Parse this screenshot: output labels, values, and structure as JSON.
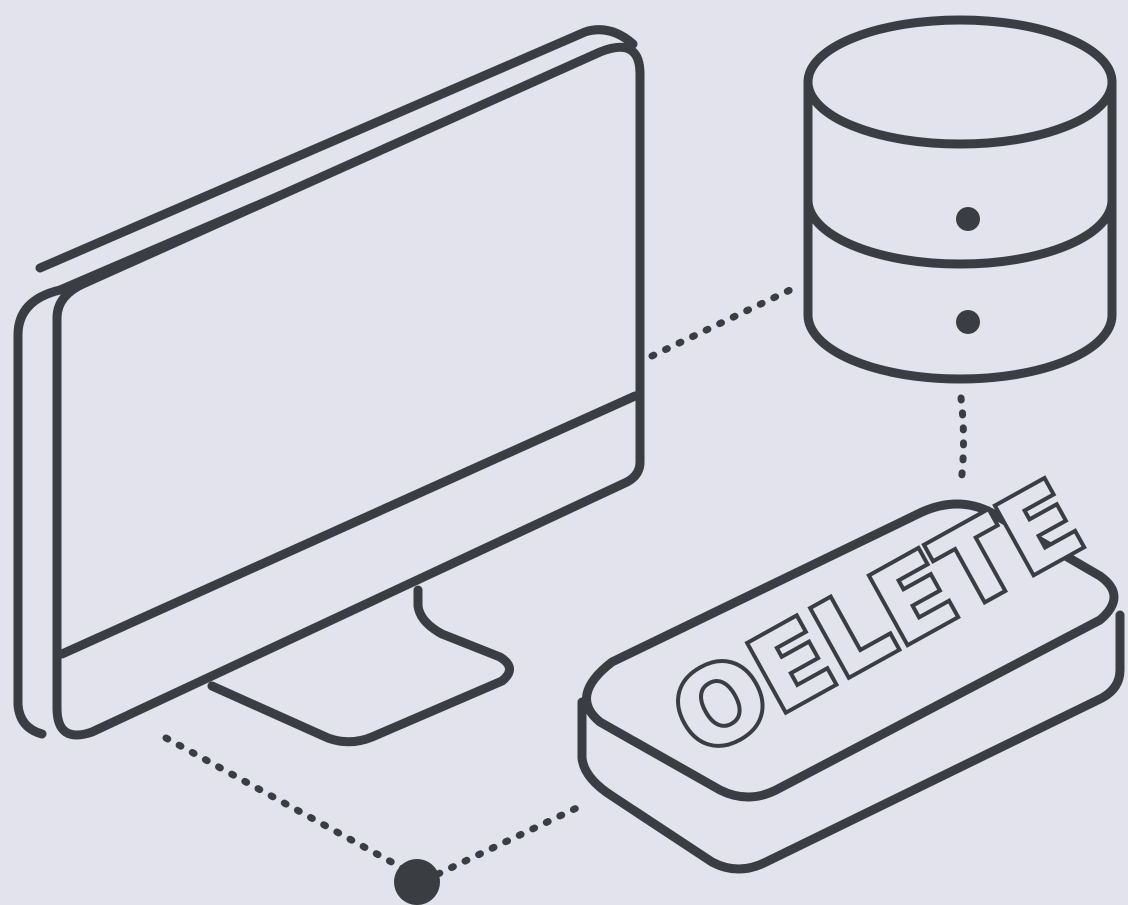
{
  "diagram": {
    "nodes": [
      {
        "id": "monitor",
        "icon": "monitor-icon"
      },
      {
        "id": "database",
        "icon": "database-icon",
        "indicators": 2
      },
      {
        "id": "key",
        "icon": "keyboard-key-icon",
        "label": "OELETE"
      },
      {
        "id": "junction",
        "icon": "junction-dot-icon"
      }
    ],
    "links": [
      {
        "from": "monitor",
        "to": "database",
        "style": "dotted"
      },
      {
        "from": "database",
        "to": "key",
        "style": "dotted"
      },
      {
        "from": "monitor",
        "to": "junction",
        "style": "dotted"
      },
      {
        "from": "junction",
        "to": "key",
        "style": "dotted"
      }
    ],
    "colors": {
      "background": "#e2e3ec",
      "stroke": "#3a3e43"
    }
  }
}
